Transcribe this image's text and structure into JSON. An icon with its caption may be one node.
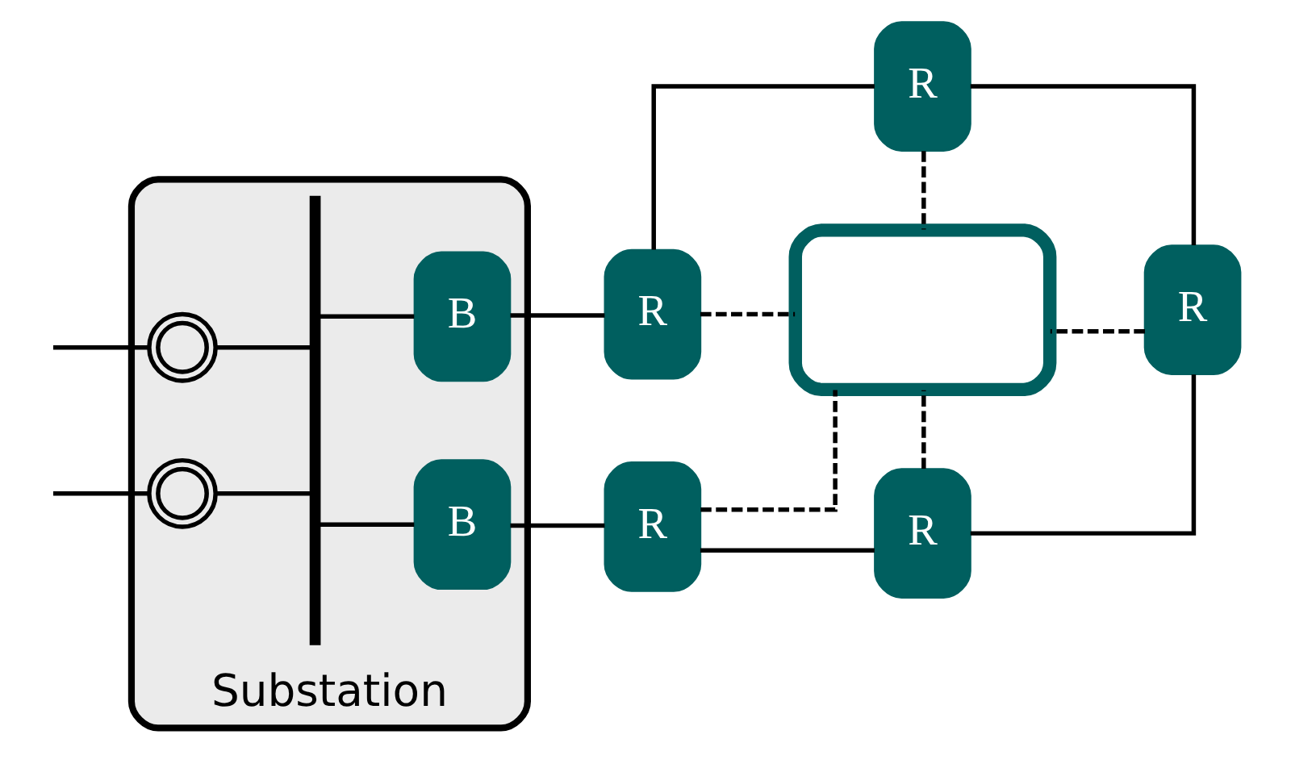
{
  "diagram": {
    "nodes": [
      {
        "text": [
          "Substation"
        ]
      },
      {
        "text": [],
        "shape": "transformer",
        "in": 0
      },
      {
        "text": [],
        "shape": "transformer",
        "in": 0
      },
      {
        "text": [],
        "shape": "bar",
        "in": 0
      },
      {
        "text": [
          "B"
        ],
        "in": 0
      },
      {
        "text": [
          "B"
        ],
        "in": 0
      },
      {
        "text": [
          "R"
        ]
      },
      {
        "text": [
          "R"
        ]
      },
      {
        "text": [
          "R"
        ]
      },
      {
        "text": [
          "R"
        ]
      },
      {
        "text": [
          "R"
        ]
      },
      {
        "text": [],
        "shape": "monitor"
      }
    ],
    "edges": [
      {
        "from": null,
        "to": 1,
        "arrow": "none"
      },
      {
        "from": null,
        "to": 2,
        "arrow": "none"
      },
      {
        "from": 1,
        "to": 3,
        "arrow": "none"
      },
      {
        "from": 2,
        "to": 3,
        "arrow": "none"
      },
      {
        "from": 3,
        "to": 4,
        "arrow": "none"
      },
      {
        "from": 3,
        "to": 5,
        "arrow": "none"
      },
      {
        "from": 4,
        "to": 6,
        "arrow": "none"
      },
      {
        "from": 6,
        "to": 7,
        "arrow": "none"
      },
      {
        "from": 7,
        "to": 8,
        "arrow": "none"
      },
      {
        "from": 5,
        "to": 9,
        "arrow": "none"
      },
      {
        "from": 9,
        "to": 10,
        "arrow": "none"
      },
      {
        "from": 10,
        "to": 8,
        "arrow": "none"
      },
      {
        "from": 6,
        "to": 11,
        "arrow": "none",
        "style": "dashed"
      },
      {
        "from": 7,
        "to": 11,
        "arrow": "none",
        "style": "dashed"
      },
      {
        "from": 8,
        "to": 11,
        "arrow": "none",
        "style": "dashed"
      },
      {
        "from": 9,
        "to": 11,
        "arrow": "none",
        "style": "dashed"
      },
      {
        "from": 10,
        "to": 11,
        "arrow": "none",
        "style": "dashed"
      }
    ]
  }
}
